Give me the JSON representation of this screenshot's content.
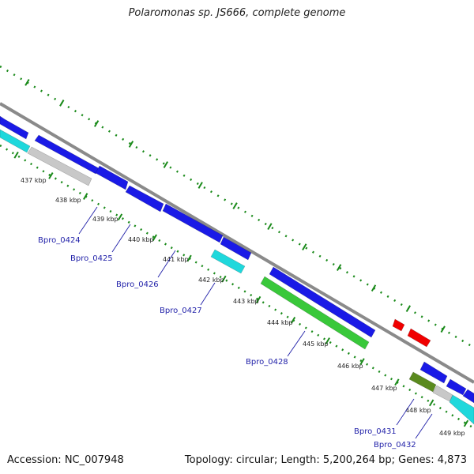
{
  "header": {
    "title": "Polaromonas sp. JS666, complete genome"
  },
  "footer": {
    "accession_text": "Accession: NC_007948",
    "summary_text": "Topology: circular; Length: 5,200,264 bp; Genes: 4,873"
  },
  "colors": {
    "backbone": "#8a8a8a",
    "cds": "#1a1ae6",
    "trna": "#f00000",
    "rrna": "#39c83a",
    "misc": "#1fd8dc",
    "pseudo": "#c8c8c8",
    "other": "#5a8a1e",
    "ticks": "#1a8a1a",
    "labels": "#1f1fa8"
  },
  "kbp_labels": [
    "437 kbp",
    "438 kbp",
    "439 kbp",
    "440 kbp",
    "441 kbp",
    "442 kbp",
    "443 kbp",
    "444 kbp",
    "445 kbp",
    "446 kbp",
    "447 kbp",
    "448 kbp",
    "449 kbp"
  ],
  "gene_labels": [
    "Bpro_0424",
    "Bpro_0425",
    "Bpro_0426",
    "Bpro_0427",
    "Bpro_0428",
    "Bpro_0431",
    "Bpro_0432"
  ]
}
